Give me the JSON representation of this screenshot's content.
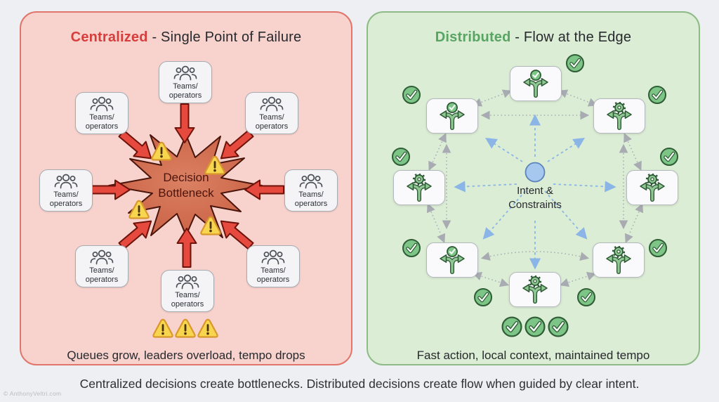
{
  "left_panel": {
    "title_highlight": "Centralized",
    "title_rest": " - Single Point of Failure",
    "team_box_label": "Teams/\noperators",
    "bottleneck_label": "Decision\nBottleneck",
    "summary": "Queues grow, leaders overload, tempo drops",
    "accent_color": "#d63e3b",
    "panel_fill": "#f8d2cd",
    "panel_border": "#e0756b",
    "arrow_color": "#e64a3e",
    "warning_fill": "#f7d54f"
  },
  "right_panel": {
    "title_highlight": "Distributed",
    "title_rest": " - Flow at the Edge",
    "center_label": "Intent &\nConstraints",
    "summary": "Fast action, local context, maintained tempo",
    "accent_color": "#58a563",
    "panel_fill": "#dcedd5",
    "panel_border": "#8dbb85",
    "node_icon_color": "#8fc893",
    "badge_fill": "#7dc487",
    "hub_fill": "#a6c8ef",
    "link_gray": "#a8acb2",
    "link_blue": "#8ab5e6"
  },
  "caption": "Centralized decisions create bottlenecks. Distributed decisions create flow when guided by clear intent.",
  "watermark": "© AnthonyVeltri.com"
}
